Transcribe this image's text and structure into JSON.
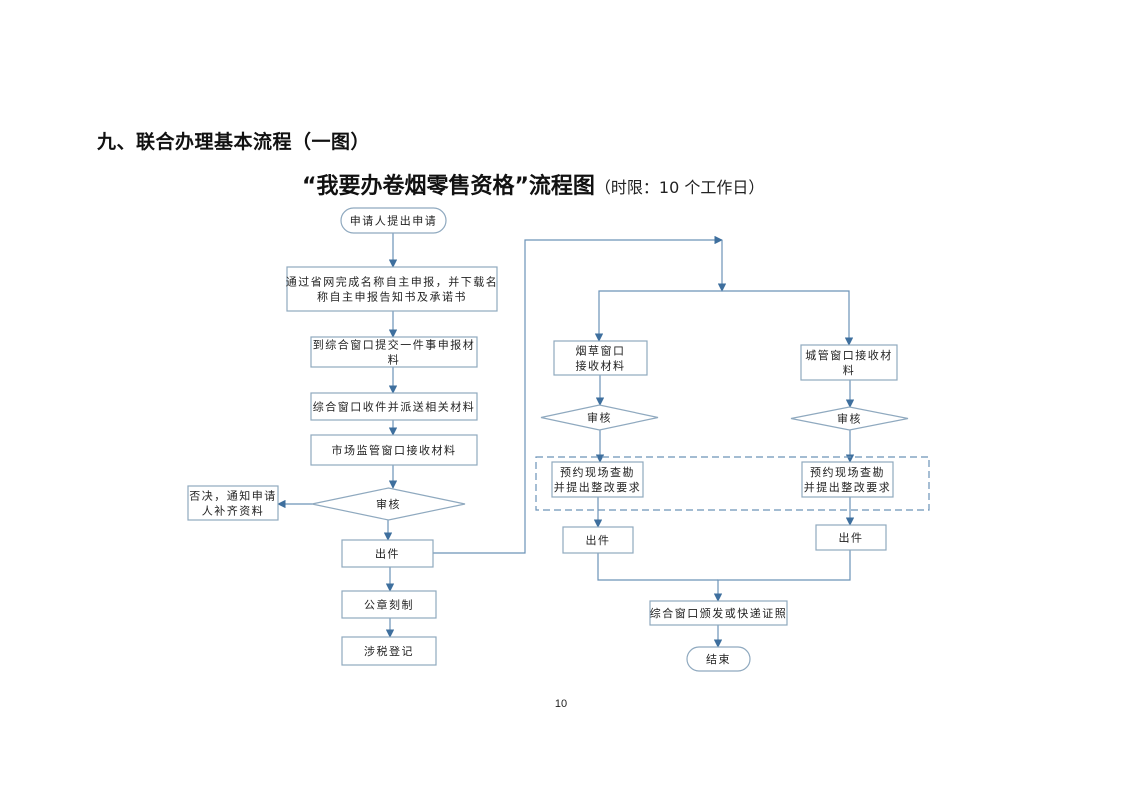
{
  "section": {
    "heading": "九、联合办理基本流程（一图）"
  },
  "flowchart": {
    "title_main": "“我要办卷烟零售资格”流程图",
    "title_sub": "（时限：10 个工作日）",
    "colors": {
      "connector": "#6c93b8",
      "box_border": "#8fa9bf",
      "arrow": "#3e6f9e"
    },
    "nodes": {
      "start": {
        "type": "terminal",
        "lines": [
          "申请人提出申请"
        ]
      },
      "online_declare": {
        "type": "process",
        "lines": [
          "通过省网完成名称自主申报，并下载名",
          "称自主申报告知书及承诺书"
        ]
      },
      "submit_materials": {
        "type": "process",
        "lines": [
          "到综合窗口提交一件事申报材",
          "料"
        ]
      },
      "dispatch": {
        "type": "process",
        "lines": [
          "综合窗口收件并派送相关材料"
        ]
      },
      "market_receive": {
        "type": "process",
        "lines": [
          "市场监管窗口接收材料"
        ]
      },
      "market_review": {
        "type": "decision",
        "lines": [
          "审核"
        ]
      },
      "reject": {
        "type": "process",
        "lines": [
          "否决，通知申请",
          "人补齐资料"
        ]
      },
      "market_issue": {
        "type": "process",
        "lines": [
          "出件"
        ]
      },
      "seal": {
        "type": "process",
        "lines": [
          "公章刻制"
        ]
      },
      "tax": {
        "type": "process",
        "lines": [
          "涉税登记"
        ]
      },
      "tobacco_receive": {
        "type": "process",
        "lines": [
          "烟草窗口",
          "接收材料"
        ]
      },
      "city_receive": {
        "type": "process",
        "lines": [
          "城管窗口接收材",
          "料"
        ]
      },
      "tobacco_review": {
        "type": "decision",
        "lines": [
          "审核"
        ]
      },
      "city_review": {
        "type": "decision",
        "lines": [
          "审核"
        ]
      },
      "tobacco_inspect": {
        "type": "process",
        "lines": [
          "预约现场查勘",
          "并提出整改要求"
        ]
      },
      "city_inspect": {
        "type": "process",
        "lines": [
          "预约现场查勘",
          "并提出整改要求"
        ]
      },
      "tobacco_issue": {
        "type": "process",
        "lines": [
          "出件"
        ]
      },
      "city_issue": {
        "type": "process",
        "lines": [
          "出件"
        ]
      },
      "final_issue": {
        "type": "process",
        "lines": [
          "综合窗口颁发或快递证照"
        ]
      },
      "end": {
        "type": "terminal",
        "lines": [
          "结束"
        ]
      }
    },
    "edges": [
      [
        "start",
        "online_declare"
      ],
      [
        "online_declare",
        "submit_materials"
      ],
      [
        "submit_materials",
        "dispatch"
      ],
      [
        "dispatch",
        "market_receive"
      ],
      [
        "market_receive",
        "market_review"
      ],
      [
        "market_review",
        "reject"
      ],
      [
        "market_review",
        "market_issue"
      ],
      [
        "market_issue",
        "seal"
      ],
      [
        "seal",
        "tax"
      ],
      [
        "market_issue",
        "tobacco_receive"
      ],
      [
        "market_issue",
        "city_receive"
      ],
      [
        "tobacco_receive",
        "tobacco_review"
      ],
      [
        "city_receive",
        "city_review"
      ],
      [
        "tobacco_review",
        "tobacco_inspect"
      ],
      [
        "city_review",
        "city_inspect"
      ],
      [
        "tobacco_inspect",
        "tobacco_issue"
      ],
      [
        "city_inspect",
        "city_issue"
      ],
      [
        "tobacco_issue",
        "final_issue"
      ],
      [
        "city_issue",
        "final_issue"
      ],
      [
        "final_issue",
        "end"
      ]
    ],
    "grouped": [
      "tobacco_inspect",
      "city_inspect"
    ]
  },
  "page": {
    "number": "10"
  }
}
